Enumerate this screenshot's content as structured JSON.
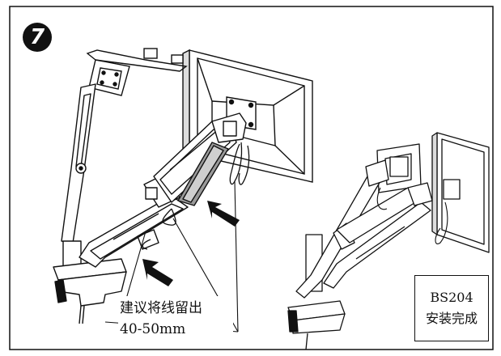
{
  "step": {
    "number": "7"
  },
  "note": {
    "line1": "建议将线留出",
    "line2": "40-50mm"
  },
  "product_label": {
    "model": "BS204",
    "status": "安装完成"
  },
  "icons": [
    "step-7-badge-icon",
    "monitor-arm-illustration",
    "arrow-icon",
    "monitor-icon",
    "cable-icon"
  ]
}
